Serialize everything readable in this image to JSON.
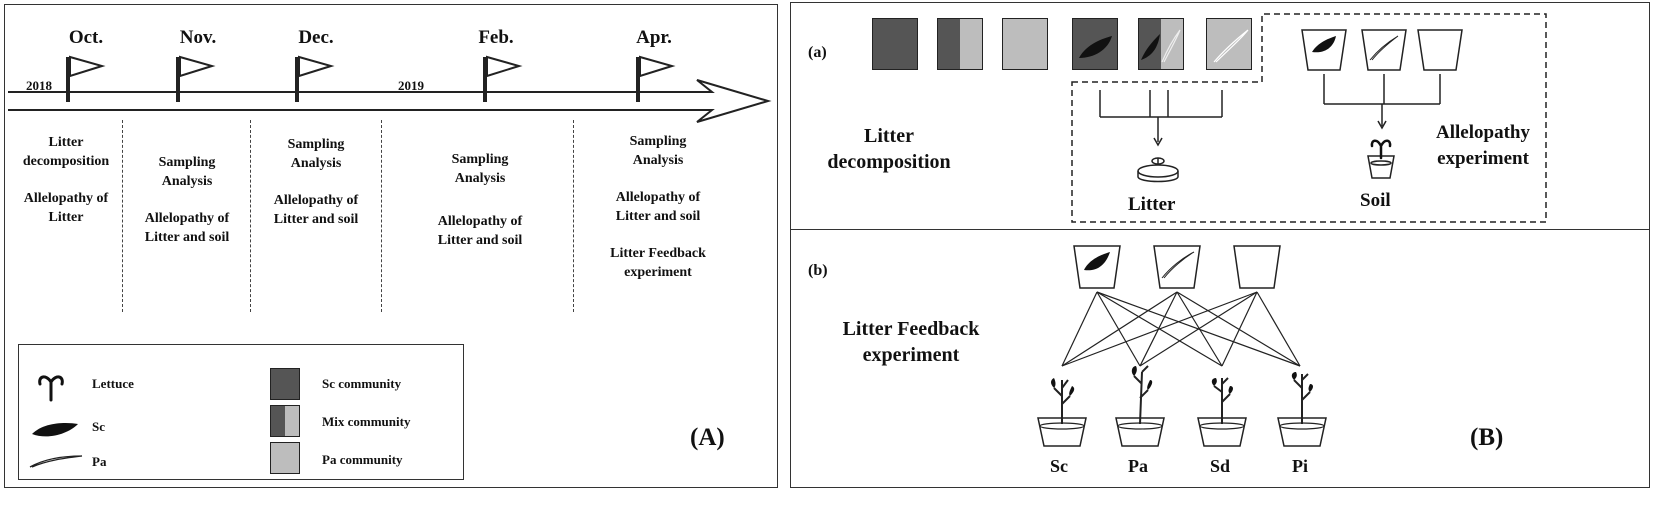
{
  "panelA": {
    "label": "(A)",
    "years": [
      "2018",
      "2019"
    ],
    "months": [
      "Oct.",
      "Nov.",
      "Dec.",
      "Feb.",
      "Apr."
    ],
    "columns": [
      {
        "lines": [
          "Litter",
          "decomposition",
          "",
          "Allelopathy of",
          "Litter"
        ]
      },
      {
        "lines": [
          "Sampling",
          "Analysis",
          "",
          "Allelopathy of",
          "Litter and soil"
        ]
      },
      {
        "lines": [
          "Sampling",
          "Analysis",
          "",
          "Allelopathy of",
          "Litter and soil"
        ]
      },
      {
        "lines": [
          "Sampling",
          "Analysis",
          "",
          "Allelopathy of",
          "Litter and soil"
        ]
      },
      {
        "lines": [
          "Sampling",
          "Analysis",
          "",
          "Allelopathy of",
          "Litter and soil",
          "",
          "Litter Feedback",
          "experiment"
        ]
      }
    ],
    "legend": {
      "lettuce": "Lettuce",
      "sc": "Sc",
      "pa": "Pa",
      "sc_community": "Sc community",
      "mix_community": "Mix community",
      "pa_community": "Pa community"
    }
  },
  "panelB": {
    "label": "(B)",
    "a": {
      "label": "(a)",
      "litter_decomposition": [
        "Litter",
        "decomposition"
      ],
      "litter": "Litter",
      "soil": "Soil",
      "allelopathy": [
        "Allelopathy",
        "experiment"
      ]
    },
    "b": {
      "label": "(b)",
      "title": [
        "Litter Feedback",
        "experiment"
      ],
      "species": [
        "Sc",
        "Pa",
        "Sd",
        "Pi"
      ]
    }
  },
  "colors": {
    "dark_fill": "#555555",
    "light_fill": "#bdbdbd",
    "line": "#222222"
  }
}
